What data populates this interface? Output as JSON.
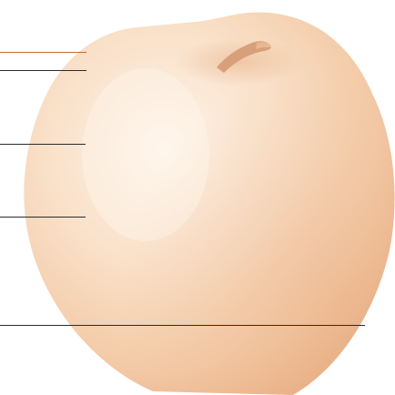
{
  "image": {
    "subject": "peeled-apple",
    "background_color": "#ffffff",
    "apple_colors": {
      "highlight": "#fdf0e3",
      "mid": "#f8dcc2",
      "shadow": "#efc09a",
      "stem": "#d9a27a"
    }
  },
  "guide_lines": [
    {
      "id": "line-1",
      "color": "#c8692e"
    },
    {
      "id": "line-2",
      "color": "#2b2b2b"
    },
    {
      "id": "line-3",
      "color": "#2b2b2b"
    },
    {
      "id": "line-4",
      "color": "#2b2b2b"
    },
    {
      "id": "line-5",
      "color": "#2b2b2b"
    }
  ]
}
